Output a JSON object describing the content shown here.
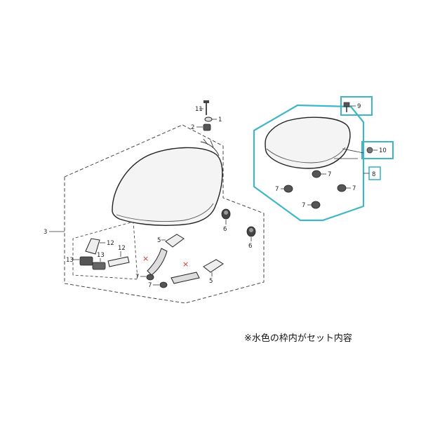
{
  "labels": {
    "l1": "1",
    "l2": "2",
    "l3": "3",
    "l5a": "5",
    "l5b": "5",
    "l6a": "6",
    "l6b": "6",
    "l7a": "7",
    "l7b": "7",
    "l7c": "7",
    "l7d": "7",
    "l7e": "7",
    "l7f": "7",
    "l8": "8",
    "l9": "9",
    "l10": "10",
    "l11": "11",
    "l12a": "12",
    "l12b": "12",
    "l13a": "13",
    "l13b": "13"
  },
  "marks": {
    "xa": "×",
    "xb": "×"
  },
  "caption": "※水色の枠内がセット内容",
  "colors": {
    "highlight": "#3fb6c6",
    "line": "#333333",
    "part_fill": "#f2f2f2"
  }
}
